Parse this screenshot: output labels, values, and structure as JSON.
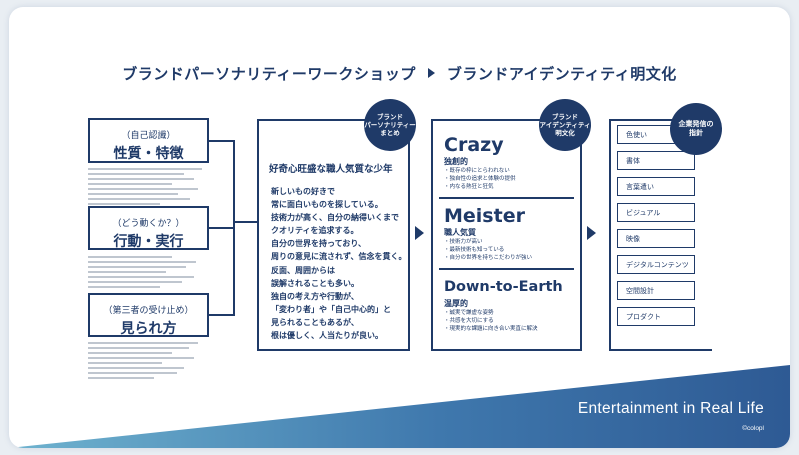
{
  "header": {
    "workshop": "ブランドパーソナリティーワークショップ",
    "result": "ブランドアイデンティティ明文化"
  },
  "inputs": [
    {
      "tag": "（自己認識）",
      "title": "性質・特徴"
    },
    {
      "tag": "（どう動くか？）",
      "title": "行動・実行"
    },
    {
      "tag": "（第三者の受け止め）",
      "title": "見られ方"
    }
  ],
  "summary": {
    "badge": [
      "ブランド",
      "パーソナリティー",
      "まとめ"
    ],
    "headline": "好奇心旺盛な職人気質な少年",
    "lines": [
      "新しいもの好きで",
      "常に面白いものを探している。",
      "技術力が高く、自分の納得いくまで",
      "クオリティを追求する。",
      "自分の世界を持っており、",
      "周りの意見に流されず、信念を貫く。",
      "反面、周囲からは",
      "誤解されることも多い。",
      "独自の考え方や行動が、",
      "「変わり者」や「自己中心的」と",
      "見られることもあるが、",
      "根は優しく、人当たりが良い。"
    ]
  },
  "identity": {
    "badge": [
      "ブランド",
      "アイデンティティ",
      "明文化"
    ],
    "keywords": [
      {
        "word": "Crazy",
        "sub": "独創的",
        "points": [
          "既存の枠にとらわれない",
          "独自性の追求と体験の提供",
          "内なる熱狂と狂気"
        ]
      },
      {
        "word": "Meister",
        "sub": "職人気質",
        "points": [
          "技術力が高い",
          "最新技術も知っている",
          "自分の世界を持ちこだわりが強い"
        ]
      },
      {
        "word": "Down-to-Earth",
        "sub": "温厚的",
        "points": [
          "誠実で謙虚な姿勢",
          "共感を大切にする",
          "現実的な課題に向き合い実直に解決"
        ]
      }
    ]
  },
  "guidelines": {
    "badge": [
      "企業発信の",
      "指針"
    ],
    "items": [
      "色使い",
      "書体",
      "言葉遣い",
      "ビジュアル",
      "映像",
      "デジタルコンテンツ",
      "空間設計",
      "プロダクト"
    ]
  },
  "footer": {
    "tagline": "Entertainment in Real Life",
    "copyright": "©colopl"
  },
  "colors": {
    "navy": "#1f3a68",
    "band_start": "#4a7fb0",
    "band_end": "#2f5c95"
  }
}
